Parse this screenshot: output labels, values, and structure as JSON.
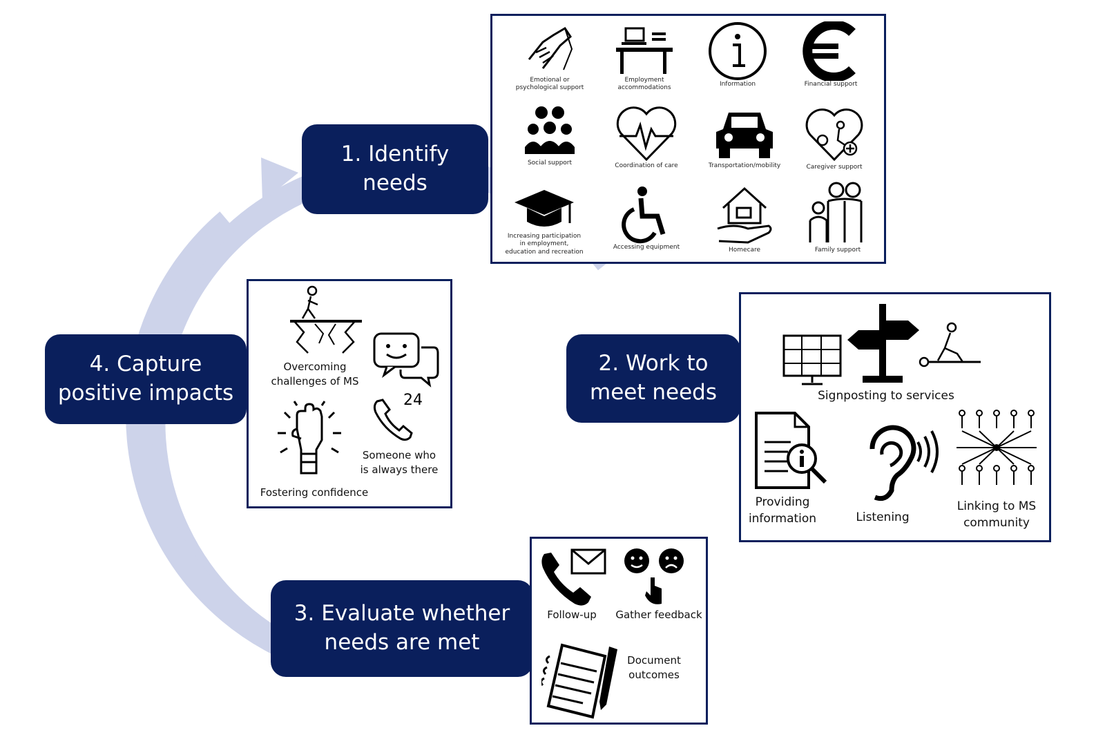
{
  "steps": {
    "step1": "1. Identify\nneeds",
    "step2": "2. Work to\nmeet needs",
    "step3": "3. Evaluate whether\nneeds are met",
    "step4": "4. Capture\npositive impacts"
  },
  "needs_panel": [
    {
      "icon": "handshake-icon",
      "label": "Emotional or\npsychological support"
    },
    {
      "icon": "desk-icon",
      "label": "Employment\naccommodations"
    },
    {
      "icon": "information-icon",
      "label": "Information"
    },
    {
      "icon": "euro-icon",
      "label": "Financial support"
    },
    {
      "icon": "group-icon",
      "label": "Social support"
    },
    {
      "icon": "heartbeat-icon",
      "label": "Coordination of care"
    },
    {
      "icon": "car-icon",
      "label": "Transportation/mobility"
    },
    {
      "icon": "caregiver-heart-icon",
      "label": "Caregiver support"
    },
    {
      "icon": "graduation-cap-icon",
      "label": "Increasing participation\nin employment,\neducation and recreation"
    },
    {
      "icon": "wheelchair-icon",
      "label": "Accessing equipment"
    },
    {
      "icon": "house-hand-icon",
      "label": "Homecare"
    },
    {
      "icon": "family-icon",
      "label": "Family support"
    }
  ],
  "work_panel": {
    "signposting": "Signposting to services",
    "providing_information": "Providing\ninformation",
    "listening": "Listening",
    "linking": "Linking to MS\ncommunity"
  },
  "evaluate_panel": {
    "follow_up": "Follow-up",
    "gather_feedback": "Gather feedback",
    "document_outcomes": "Document\noutcomes"
  },
  "impacts_panel": {
    "overcoming": "Overcoming\nchallenges of MS",
    "someone_there": "Someone who\nis always there",
    "fostering": "Fostering confidence",
    "phone_badge": "24"
  },
  "colors": {
    "step_fill": "#0a1f5c",
    "cycle_arrow": "#cdd3ea",
    "panel_border": "#0a1f5c"
  }
}
